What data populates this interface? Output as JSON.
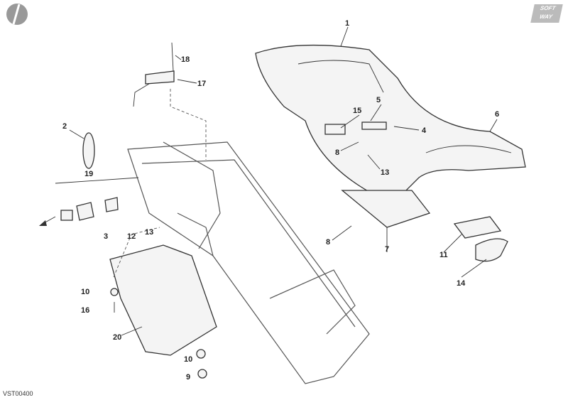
{
  "diagram": {
    "code": "VST00400",
    "logo_text": "SOFT WAY",
    "callouts": [
      "1",
      "18",
      "17",
      "2",
      "15",
      "5",
      "4",
      "6",
      "8",
      "13",
      "19",
      "3",
      "12",
      "13",
      "8",
      "7",
      "11",
      "14",
      "10",
      "16",
      "20",
      "10",
      "9"
    ]
  }
}
